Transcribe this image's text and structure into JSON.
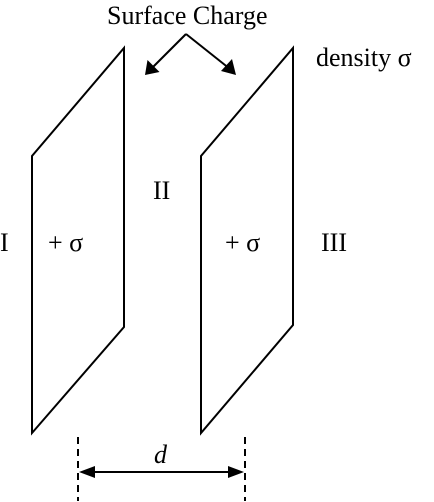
{
  "labels": {
    "surface_charge": "Surface Charge",
    "density": "density σ",
    "plate1_charge": "+ σ",
    "plate2_charge": "+ σ",
    "region1": "I",
    "region2": "II",
    "region3": "III",
    "separation": "d"
  },
  "colors": {
    "stroke": "#000000",
    "background": "#ffffff"
  }
}
